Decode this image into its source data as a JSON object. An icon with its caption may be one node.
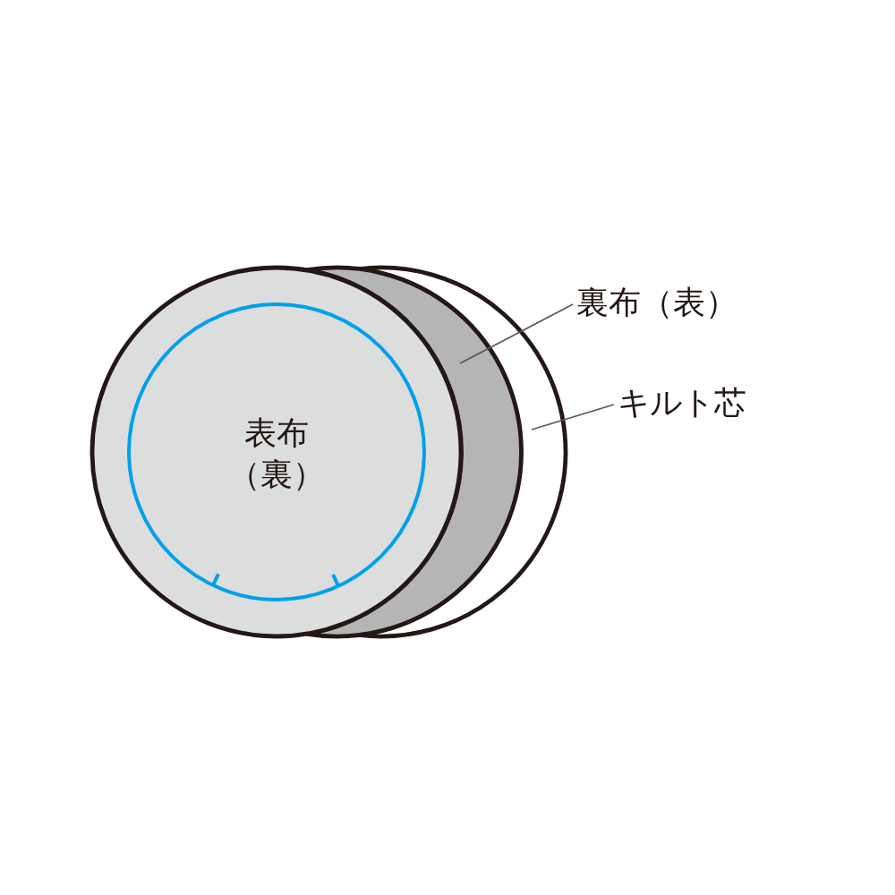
{
  "diagram": {
    "nodes": [
      {
        "text": [
          "表布（裏）"
        ]
      },
      {
        "text": [],
        "shape": "circle"
      },
      {
        "text": [],
        "shape": "circle"
      },
      {
        "text": [
          "裏布（表）"
        ]
      },
      {
        "text": [
          "キルト芯"
        ]
      }
    ],
    "edges": [
      {
        "from": 3,
        "to": 1,
        "arrow": "none"
      },
      {
        "from": 4,
        "to": 2,
        "arrow": "none"
      }
    ]
  }
}
